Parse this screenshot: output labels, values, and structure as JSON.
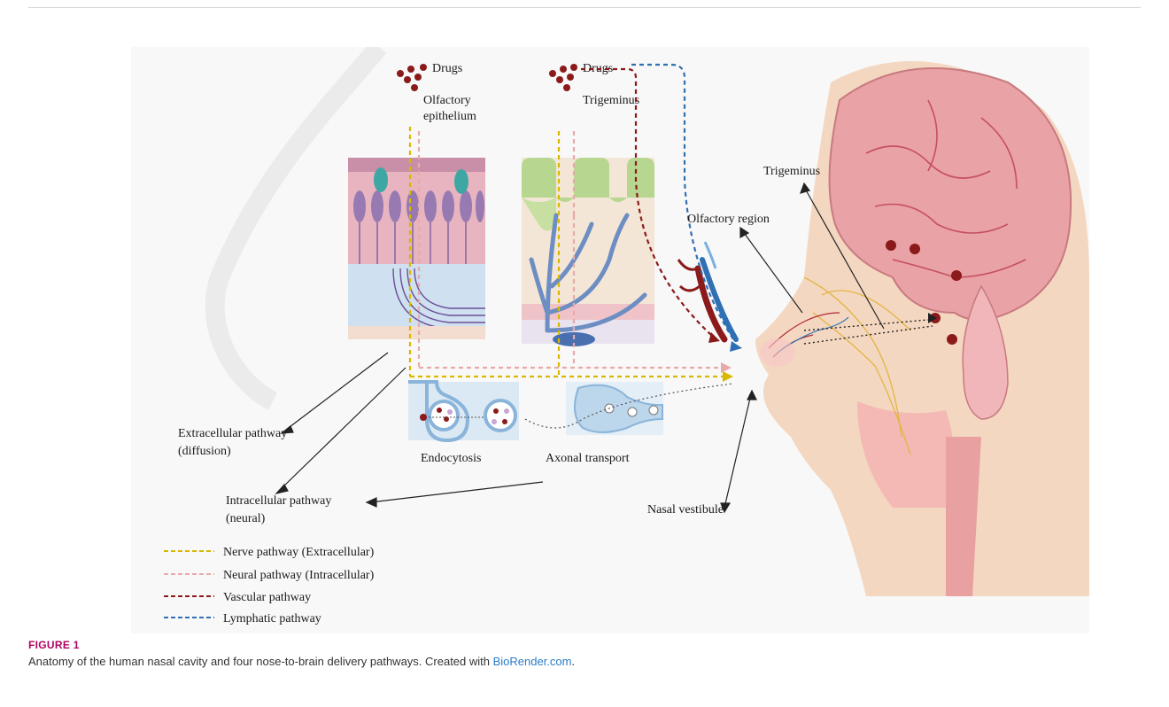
{
  "figure": {
    "label": "FIGURE 1",
    "caption_text": "Anatomy of the human nasal cavity and four nose-to-brain delivery pathways. Created with ",
    "caption_link": "BioRender.com",
    "caption_end": "."
  },
  "diagram": {
    "drugs_label_1": "Drugs",
    "drugs_label_2": "Drugs",
    "olfactory_epithelium_line1": "Olfactory",
    "olfactory_epithelium_line2": "epithelium",
    "trigeminus_label": "Trigeminus",
    "trigeminus_head_label": "Trigeminus",
    "olfactory_region_label": "Olfactory region",
    "endocytosis_label": "Endocytosis",
    "axonal_transport_label": "Axonal transport",
    "nasal_vestibule_label": "Nasal vestibule",
    "extracellular_line1": "Extracellular pathway",
    "extracellular_line2": "(diffusion)",
    "intracellular_line1": "Intracellular pathway",
    "intracellular_line2": "(neural)"
  },
  "legend": [
    {
      "label": "Nerve pathway (Extracellular)",
      "color": "#d9b800"
    },
    {
      "label": "Neural pathway (Intracellular)",
      "color": "#e8aaa8"
    },
    {
      "label": "Vascular pathway",
      "color": "#8b1a1a"
    },
    {
      "label": "Lymphatic pathway",
      "color": "#2f6fb3"
    }
  ]
}
